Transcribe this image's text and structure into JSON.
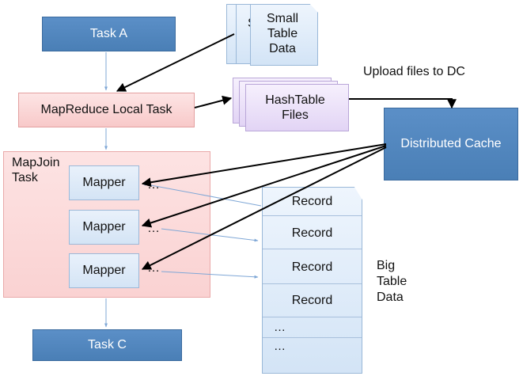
{
  "nodes": {
    "task_a": "Task A",
    "task_c": "Task C",
    "local_task": "MapReduce Local Task",
    "mapjoin_task": "MapJoin Task",
    "mapper": "Mapper",
    "small_table_partial": "S",
    "small_table": "Small Table Data",
    "hashtable_files": "HashTable Files",
    "distributed_cache": "Distributed Cache",
    "upload_label": "Upload files to DC",
    "big_table": "Big Table Data",
    "record": "Record",
    "ellipsis": "…"
  },
  "records": [
    "Record",
    "Record",
    "Record",
    "Record"
  ],
  "record_ellipses": [
    "…",
    "…"
  ],
  "colors": {
    "task_blue": "#4f86c0",
    "pink": "#f8c9c9",
    "mapper_blue": "#d4e4f5",
    "purple": "#e2d4f5",
    "arrow_black": "#000000",
    "arrow_thin_blue": "#7fa7d6"
  }
}
